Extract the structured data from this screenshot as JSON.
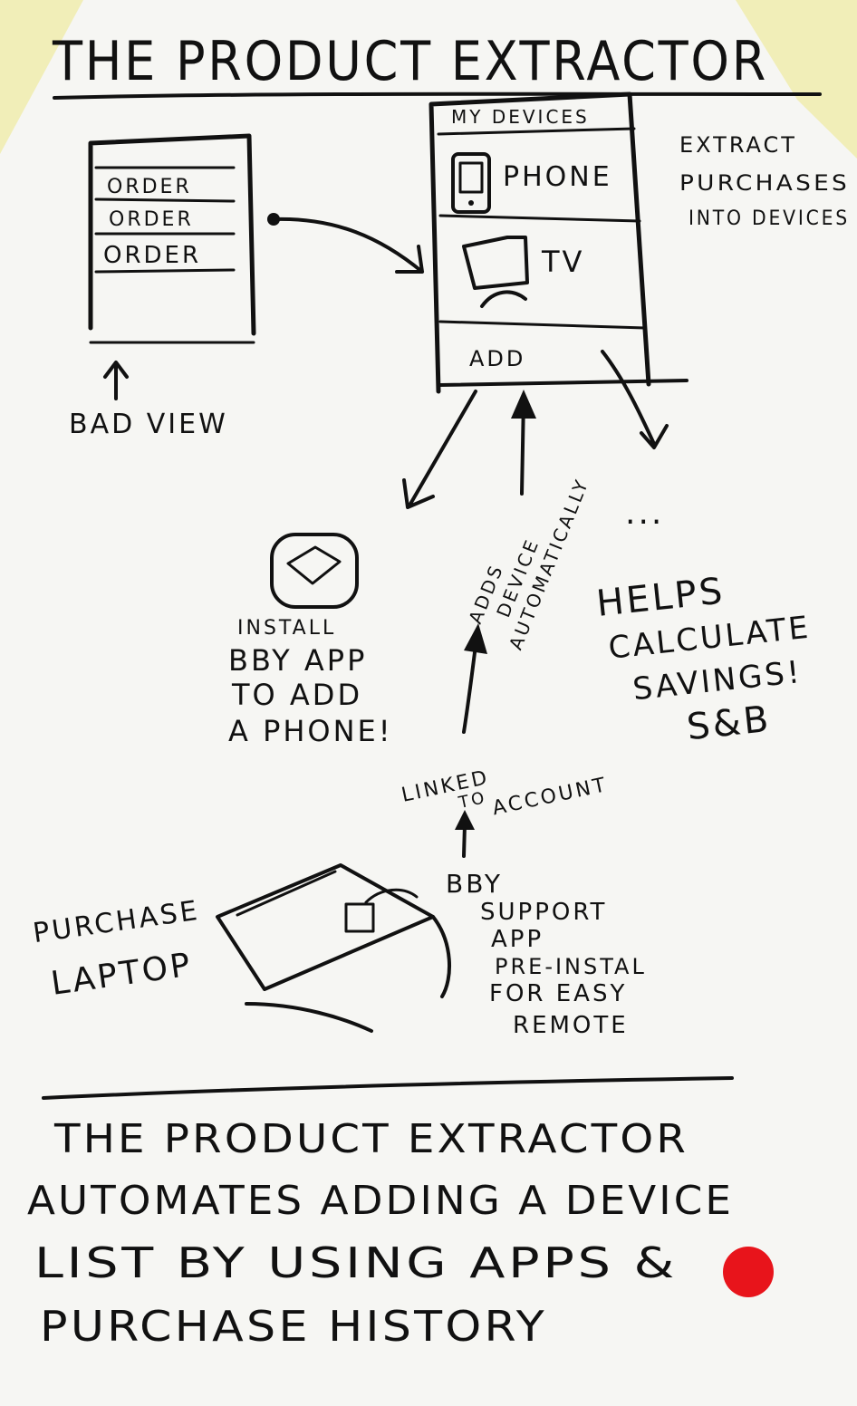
{
  "title": "THE PRODUCT EXTRACTOR",
  "orders_panel": {
    "rows": [
      "ORDER",
      "ORDER",
      "ORDER"
    ],
    "caption": "BAD VIEW"
  },
  "devices_panel": {
    "header": "MY DEVICES",
    "items": [
      {
        "label": "PHONE",
        "icon": "phone-icon"
      },
      {
        "label": "TV",
        "icon": "tv-icon"
      }
    ],
    "add_label": "ADD"
  },
  "side_note": [
    "EXTRACT",
    "PURCHASES",
    "INTO DEVICES"
  ],
  "install_note": [
    "INSTALL",
    "BBY APP",
    "TO ADD",
    "A PHONE!"
  ],
  "adds_note": [
    "ADDS",
    "DEVICE",
    "AUTOMATICALLY"
  ],
  "ellipsis": "...",
  "helps_note": [
    "HELPS",
    "CALCULATE",
    "SAVINGS!",
    "S&B"
  ],
  "linked_note": [
    "LINKED",
    "TO",
    "ACCOUNT"
  ],
  "laptop_note": [
    "PURCHASE",
    "LAPTOP"
  ],
  "support_note": [
    "BBY",
    "SUPPORT",
    "APP",
    "PRE-INSTAL",
    "FOR EASY",
    "REMOTE"
  ],
  "summary": [
    "THE PRODUCT EXTRACTOR",
    "AUTOMATES ADDING A DEVICE",
    "LIST BY USING APPS &",
    "PURCHASE HISTORY"
  ],
  "colors": {
    "paper": "#f6f6f3",
    "tape": "#f1eeb8",
    "ink": "#111111",
    "dot": "#e8141b"
  }
}
